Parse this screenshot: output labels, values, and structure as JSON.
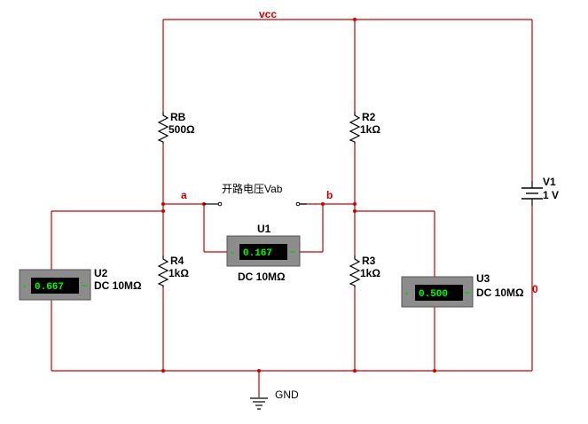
{
  "nets": {
    "vcc": "vcc",
    "a": "a",
    "b": "b",
    "zero": "0",
    "gnd": "GND"
  },
  "resistors": {
    "rb": {
      "name": "RB",
      "value": "500Ω"
    },
    "r2": {
      "name": "R2",
      "value": "1kΩ"
    },
    "r3": {
      "name": "R3",
      "value": "1kΩ"
    },
    "r4": {
      "name": "R4",
      "value": "1kΩ"
    }
  },
  "source": {
    "name": "V1",
    "value": "1 V"
  },
  "switch_label": "开路电压Vab",
  "meters": {
    "u1": {
      "name": "U1",
      "reading": "0.167",
      "mode": "DC  10MΩ"
    },
    "u2": {
      "name": "U2",
      "reading": "0.667",
      "mode": "DC  10MΩ"
    },
    "u3": {
      "name": "U3",
      "reading": "0.500",
      "mode": "DC  10MΩ"
    }
  },
  "colors": {
    "wire": "#cc0000",
    "meter_body": "#8c8c8c",
    "display": "#000000",
    "display_text": "#00ff00"
  }
}
